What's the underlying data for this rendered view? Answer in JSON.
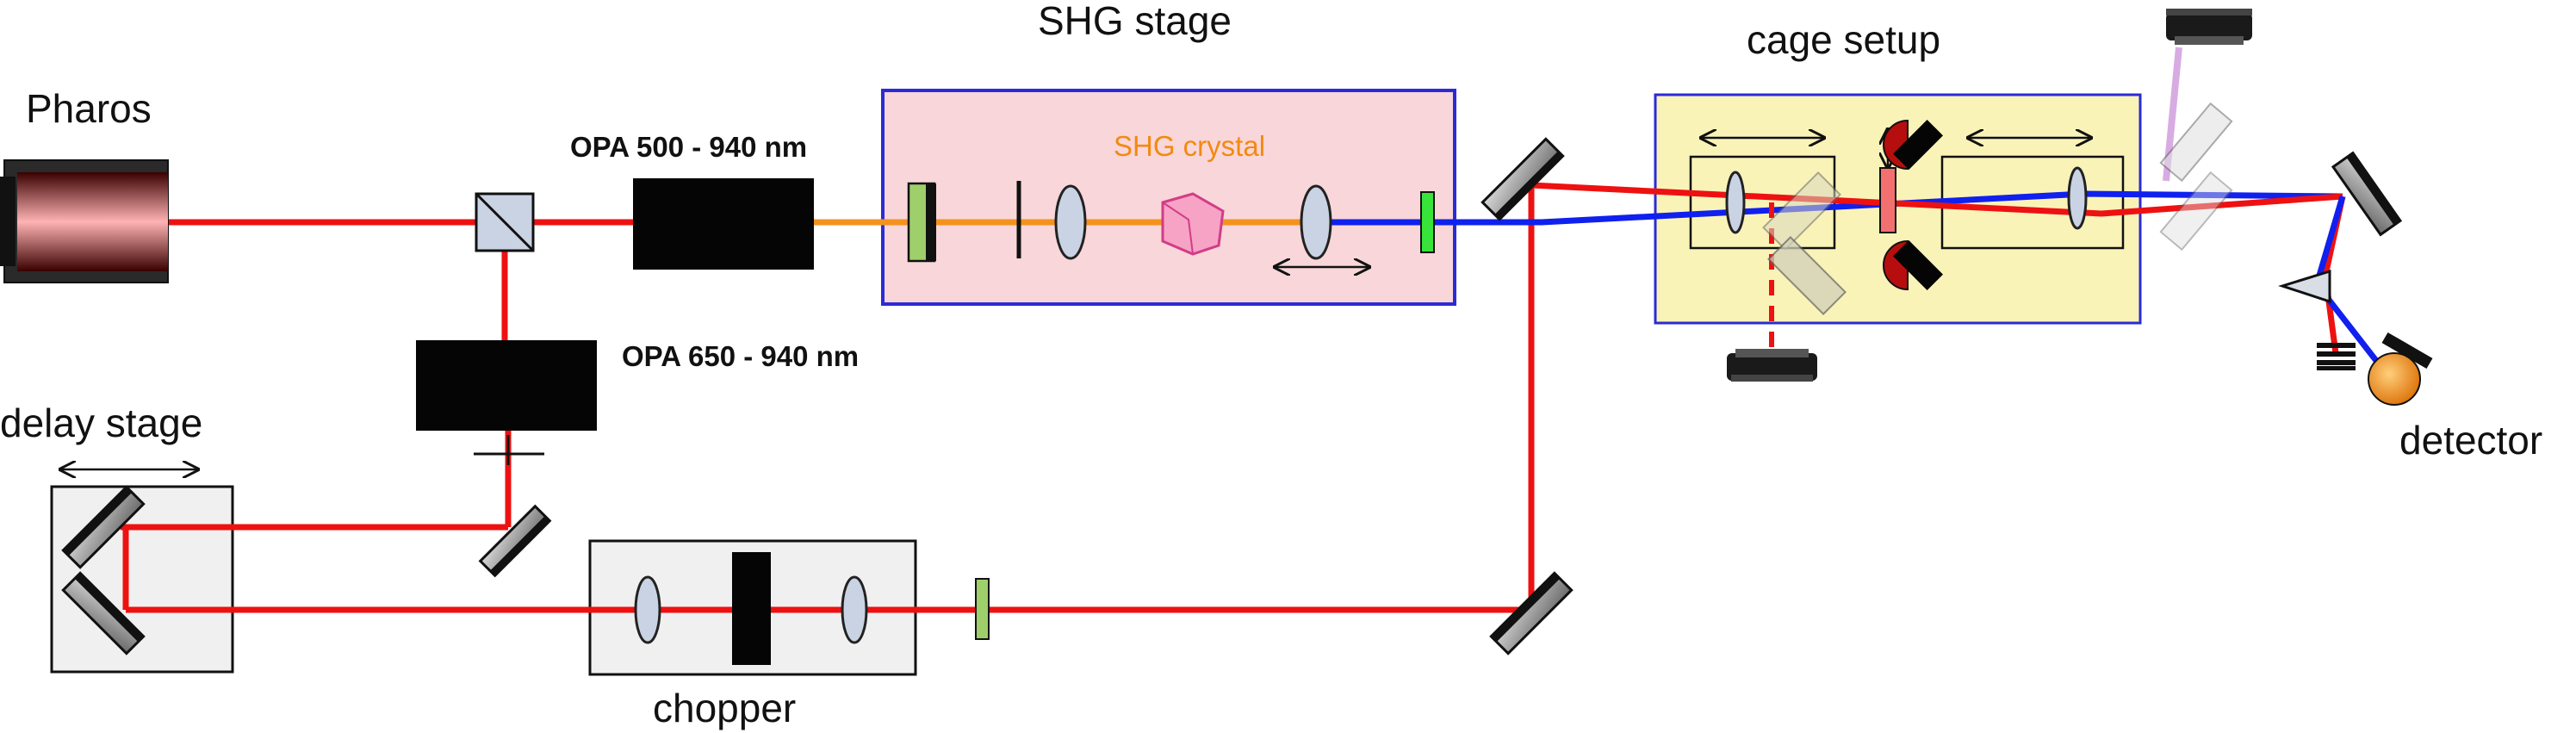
{
  "labels": {
    "pharos": "Pharos",
    "opa1": "OPA 500 - 940 nm",
    "opa2": "OPA 650 - 940 nm",
    "shg_stage": "SHG stage",
    "shg_crystal": "SHG crystal",
    "cage_setup": "cage setup",
    "delay_stage": "delay stage",
    "chopper": "chopper",
    "detector": "detector"
  },
  "colors": {
    "beam_red": "#ee1111",
    "beam_blue": "#1020ee",
    "beam_orange": "#f4921e",
    "shg_stage_fill": "#f9d6d9",
    "shg_stage_border": "#2b2bd6",
    "cage_fill": "#faf3b8",
    "cage_border": "#2b2bd6",
    "box_fill": "#f0f0f0"
  }
}
